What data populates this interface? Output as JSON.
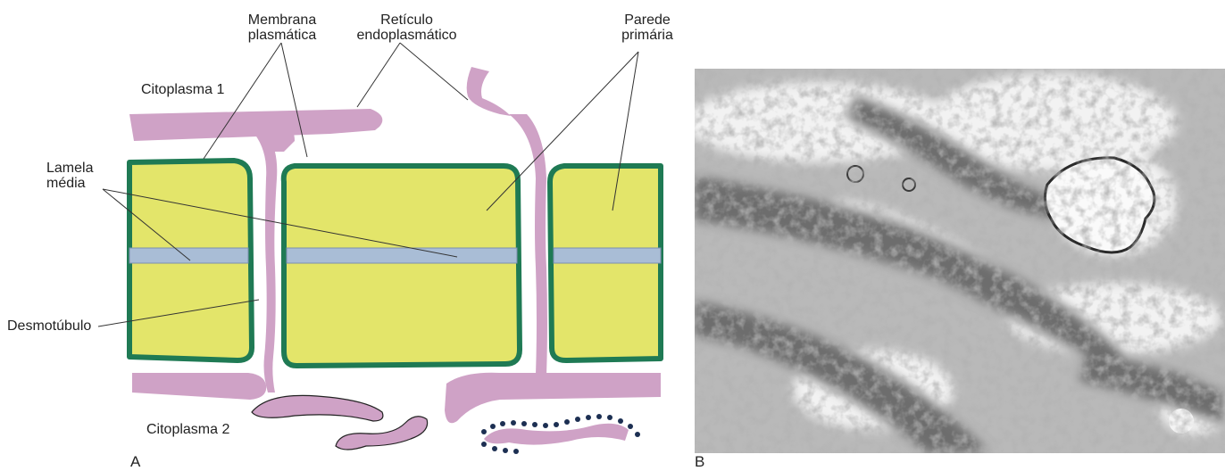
{
  "panel_a": {
    "letter": "A",
    "labels": {
      "membrana_line1": "Membrana",
      "membrana_line2": "plasmática",
      "reticulo_line1": "Retículo",
      "reticulo_line2": "endoplasmático",
      "parede_line1": "Parede",
      "parede_line2": "primária",
      "citoplasma1": "Citoplasma 1",
      "lamela_line1": "Lamela",
      "lamela_line2": "média",
      "desmotubulo": "Desmotúbulo",
      "citoplasma2": "Citoplasma 2"
    },
    "colors": {
      "cytoplasm": "#cfa2c6",
      "wall": "#e3e56a",
      "membrane": "#1f7a54",
      "lamella": "#a9bdd6",
      "ribosome": "#1c2f52"
    }
  },
  "panel_b": {
    "letter": "B",
    "description": "transmission electron micrograph (grayscale)"
  }
}
